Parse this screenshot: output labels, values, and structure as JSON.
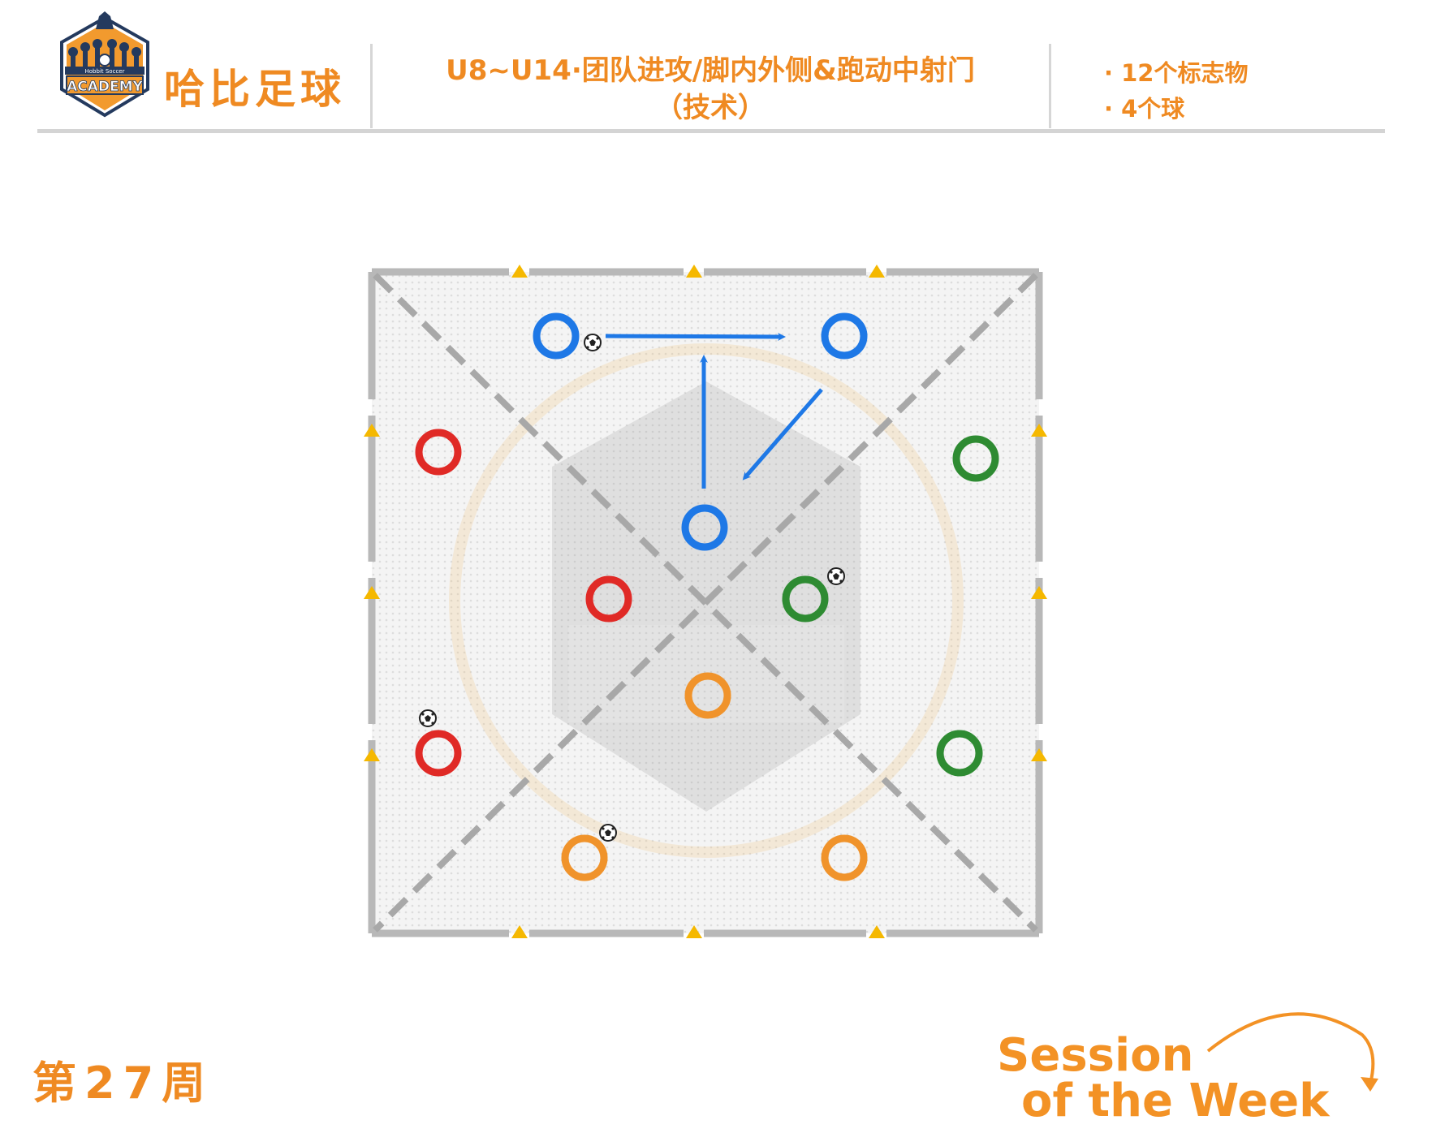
{
  "header": {
    "brand_name": "哈比足球",
    "logo_text_top": "Hobbit Soccer",
    "logo_text_main": "ACADEMY",
    "title_line1": "U8~U14·团队进攻/脚内外侧&跑动中射门",
    "title_line2": "（技术）",
    "equipment": [
      "· 12个标志物",
      "· 4个球"
    ]
  },
  "footer": {
    "week_label": "第27周",
    "session_line1": "Session",
    "session_line2": "of the Week"
  },
  "colors": {
    "accent": "#ef8a22",
    "blue": "#1e78e6",
    "red": "#e02a26",
    "green": "#2e8b32",
    "orange": "#f0932b",
    "cone": "#f5b800",
    "boundary": "#b8b8b8"
  },
  "diagram": {
    "players": [
      {
        "team": "blue"
      },
      {
        "team": "blue"
      },
      {
        "team": "blue"
      },
      {
        "team": "red"
      },
      {
        "team": "red"
      },
      {
        "team": "red"
      },
      {
        "team": "green"
      },
      {
        "team": "green"
      },
      {
        "team": "green"
      },
      {
        "team": "orange"
      },
      {
        "team": "orange"
      },
      {
        "team": "orange"
      }
    ],
    "cones": 12,
    "balls": 4,
    "arrows": 3
  }
}
